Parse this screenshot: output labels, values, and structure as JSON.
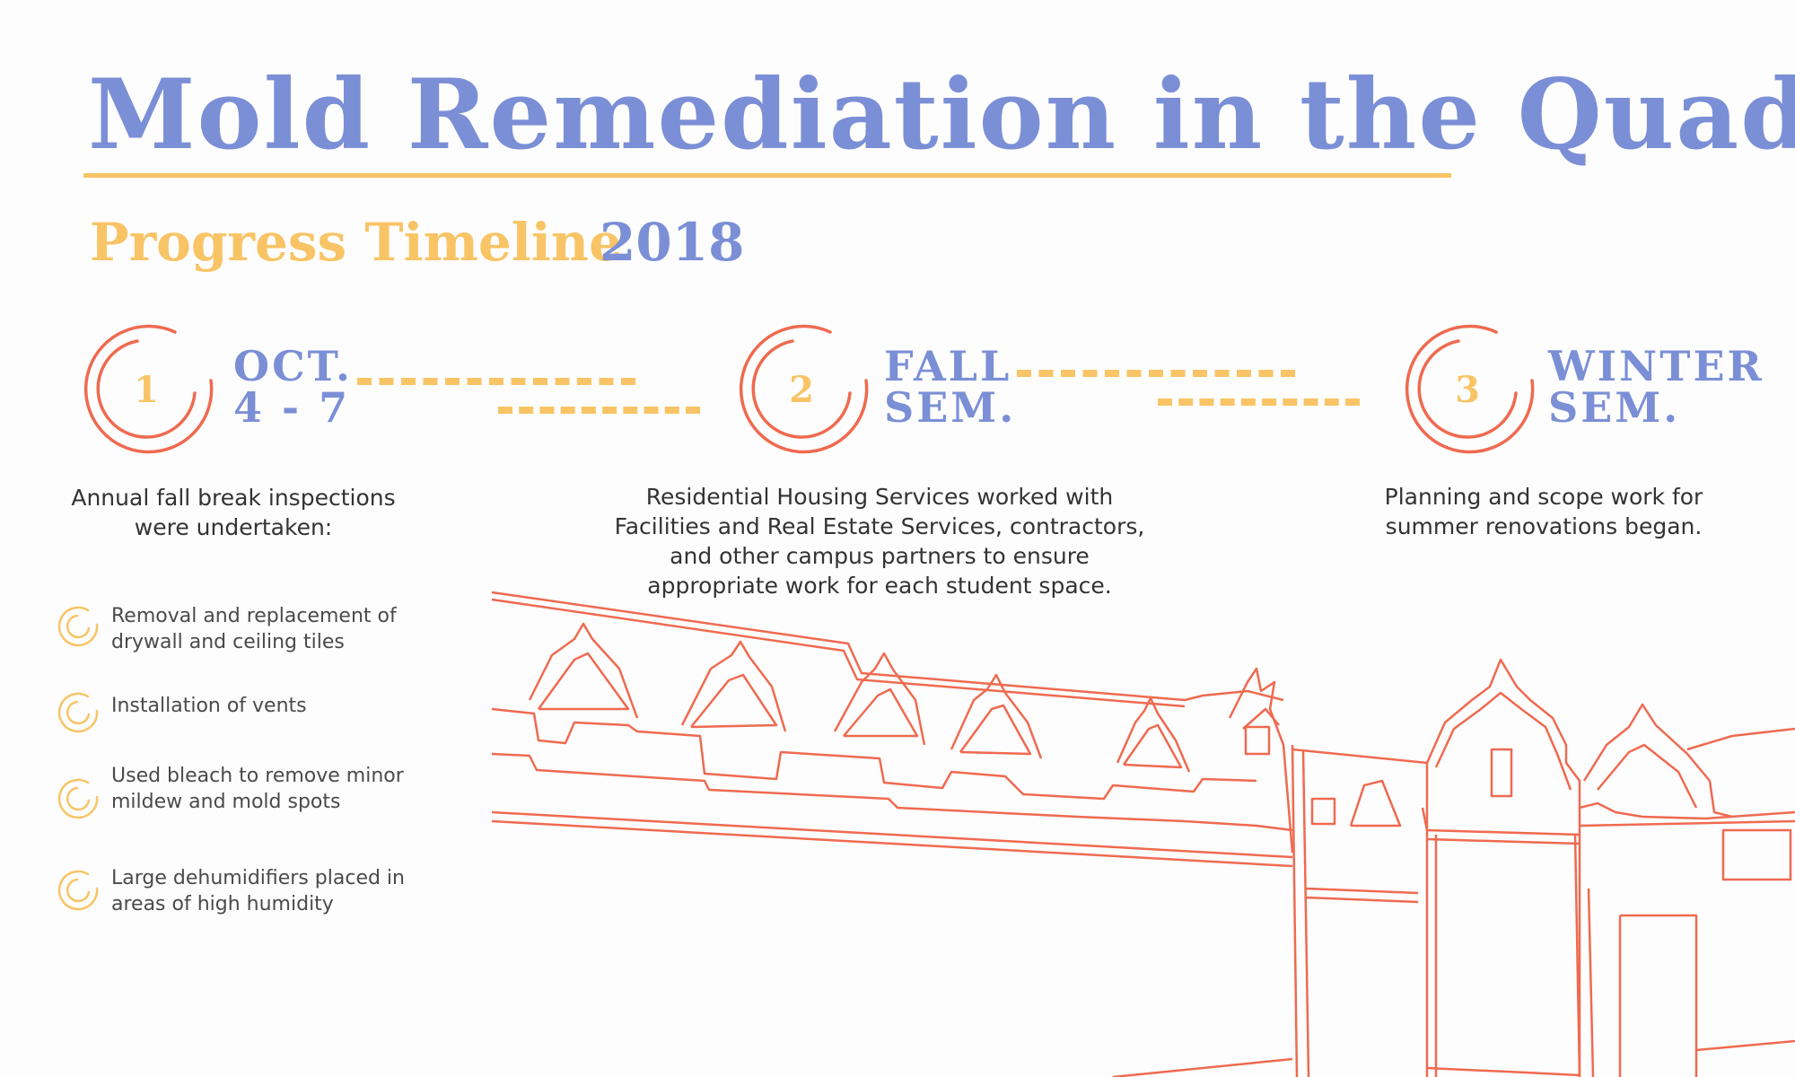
{
  "header": {
    "title": "Mold Remediation in the Quad",
    "subtitle": "Progress Timeline",
    "year": "2018"
  },
  "colors": {
    "blue": "#7b8fd6",
    "yellow": "#f8c465",
    "coral": "#ef6a50",
    "text": "#333333"
  },
  "milestones": [
    {
      "number": "1",
      "label_line1": "OCT.",
      "label_line2": "4 - 7",
      "description": "Annual fall break inspections were undertaken:"
    },
    {
      "number": "2",
      "label_line1": "FALL",
      "label_line2": "SEM.",
      "description": "Residential Housing Services worked with Facilities and Real Estate Services, contractors, and other campus partners to ensure appropriate work for each student space."
    },
    {
      "number": "3",
      "label_line1": "WINTER",
      "label_line2": "SEM.",
      "description": "Planning and scope work for summer renovations began."
    }
  ],
  "bullets": [
    {
      "icon": "spiral-icon",
      "text": "Removal and replacement of drywall and ceiling tiles"
    },
    {
      "icon": "spiral-icon",
      "text": "Installation of vents"
    },
    {
      "icon": "spiral-icon",
      "text": "Used bleach to remove minor mildew and mold spots"
    },
    {
      "icon": "spiral-icon",
      "text": "Large dehumidifiers placed in areas of high humidity"
    }
  ],
  "illustration": {
    "icon": "quad-building-outline-icon"
  }
}
